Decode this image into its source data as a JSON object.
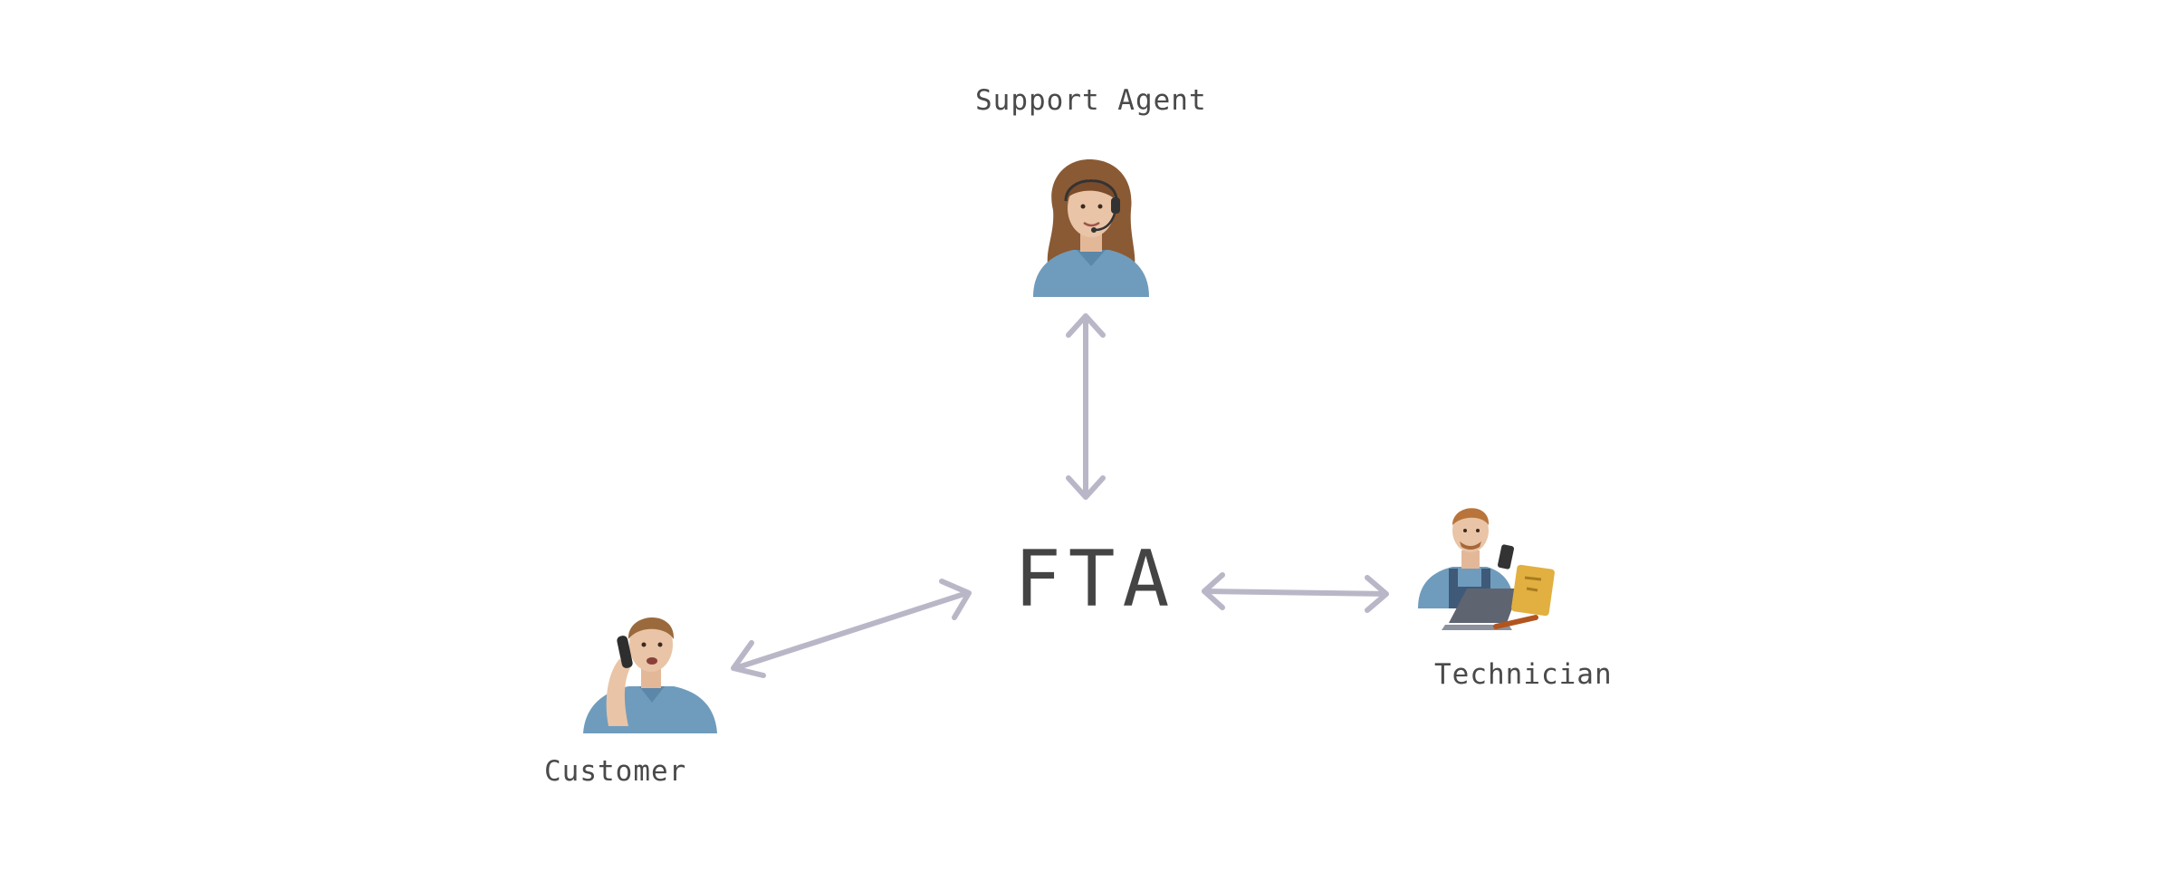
{
  "diagram": {
    "center_label": "FTA",
    "nodes": {
      "support_agent": {
        "label": "Support Agent",
        "icon": "support-agent-headset-icon"
      },
      "customer": {
        "label": "Customer",
        "icon": "customer-phone-icon"
      },
      "technician": {
        "label": "Technician",
        "icon": "technician-laptop-icon"
      }
    },
    "connectors": [
      {
        "from": "FTA",
        "to": "Support Agent",
        "direction": "bidirectional"
      },
      {
        "from": "FTA",
        "to": "Customer",
        "direction": "bidirectional"
      },
      {
        "from": "FTA",
        "to": "Technician",
        "direction": "bidirectional"
      }
    ],
    "colors": {
      "arrow": "#b9b7c7",
      "text": "#4a4a4a",
      "shirt": "#6f9cbc",
      "hair_brown": "#8a5a34",
      "skin": "#e9c4a6"
    }
  }
}
